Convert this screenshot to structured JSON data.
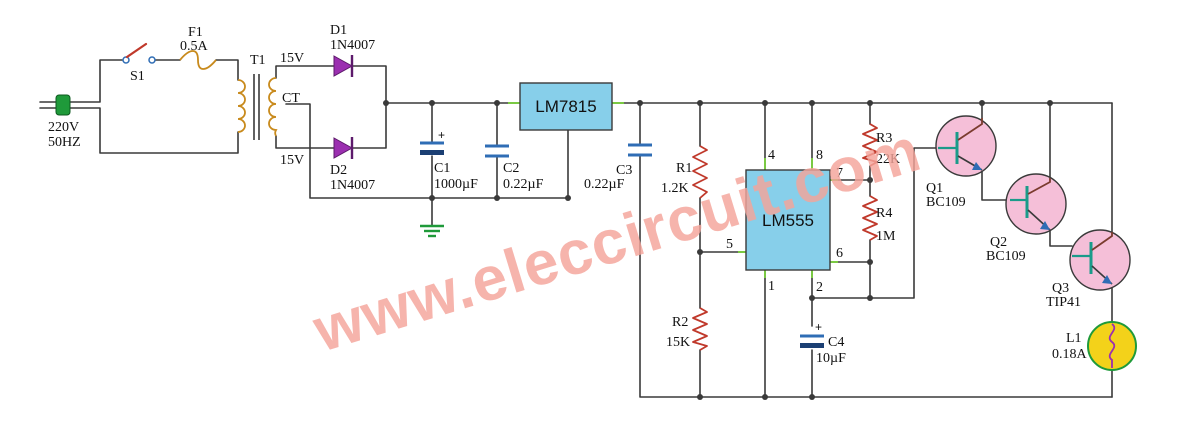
{
  "watermark": "www.eleccircuit.com",
  "colors": {
    "ic_fill": "#87cfea",
    "transistor_fill": "#f5bfd8",
    "resistor": "#c0392b",
    "capacitor": "#2f6db5",
    "diode": "#9b2fb0",
    "plug": "#1f9a3a",
    "lamp_fill": "#f3d21a",
    "watermark": "#f4a49a"
  },
  "mains": {
    "voltage": "220V",
    "frequency": "50HZ"
  },
  "switch": {
    "ref": "S1"
  },
  "fuse": {
    "ref": "F1",
    "value": "0.5A"
  },
  "transformer": {
    "ref": "T1",
    "tap_upper": "15V",
    "center_tap": "CT",
    "tap_lower": "15V"
  },
  "diodes": [
    {
      "ref": "D1",
      "part": "1N4007"
    },
    {
      "ref": "D2",
      "part": "1N4007"
    }
  ],
  "capacitors": {
    "c1": {
      "ref": "C1",
      "value": "1000µF"
    },
    "c2": {
      "ref": "C2",
      "value": "0.22µF"
    },
    "c3": {
      "ref": "C3",
      "value": "0.22µF"
    },
    "c4": {
      "ref": "C4",
      "value": "10µF"
    }
  },
  "regulator": {
    "part": "LM7815"
  },
  "timer": {
    "part": "LM555",
    "pins": {
      "p4": "4",
      "p8": "8",
      "p7": "7",
      "p5": "5",
      "p6": "6",
      "p1": "1",
      "p2": "2"
    }
  },
  "resistors": {
    "r1": {
      "ref": "R1",
      "value": "1.2K"
    },
    "r2": {
      "ref": "R2",
      "value": "15K"
    },
    "r3": {
      "ref": "R3",
      "value": "22K"
    },
    "r4": {
      "ref": "R4",
      "value": "1M"
    }
  },
  "transistors": [
    {
      "ref": "Q1",
      "part": "BC109"
    },
    {
      "ref": "Q2",
      "part": "BC109"
    },
    {
      "ref": "Q3",
      "part": "TIP41"
    }
  ],
  "lamp": {
    "ref": "L1",
    "value": "0.18A"
  }
}
